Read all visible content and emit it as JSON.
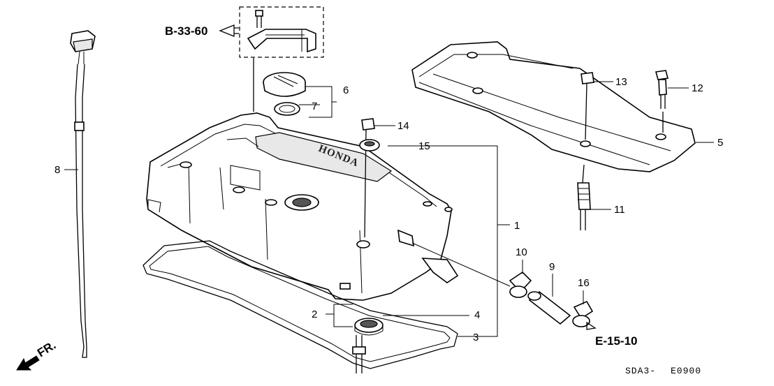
{
  "diagram": {
    "ref_labels": {
      "top_ref": "B-33-60",
      "bottom_ref": "E-15-10"
    },
    "corner_labels": {
      "front": "FR.",
      "code_prefix": "SDA3-",
      "code_suffix": "E0900"
    },
    "cover_brand": "HONDA",
    "callouts": {
      "c1": "1",
      "c2": "2",
      "c3": "3",
      "c4": "4",
      "c5": "5",
      "c6": "6",
      "c7": "7",
      "c8": "8",
      "c9": "9",
      "c10": "10",
      "c11": "11",
      "c12": "12",
      "c13": "13",
      "c14": "14",
      "c15": "15",
      "c16": "16"
    },
    "stroke_color": "#000000",
    "background_color": "#ffffff"
  }
}
